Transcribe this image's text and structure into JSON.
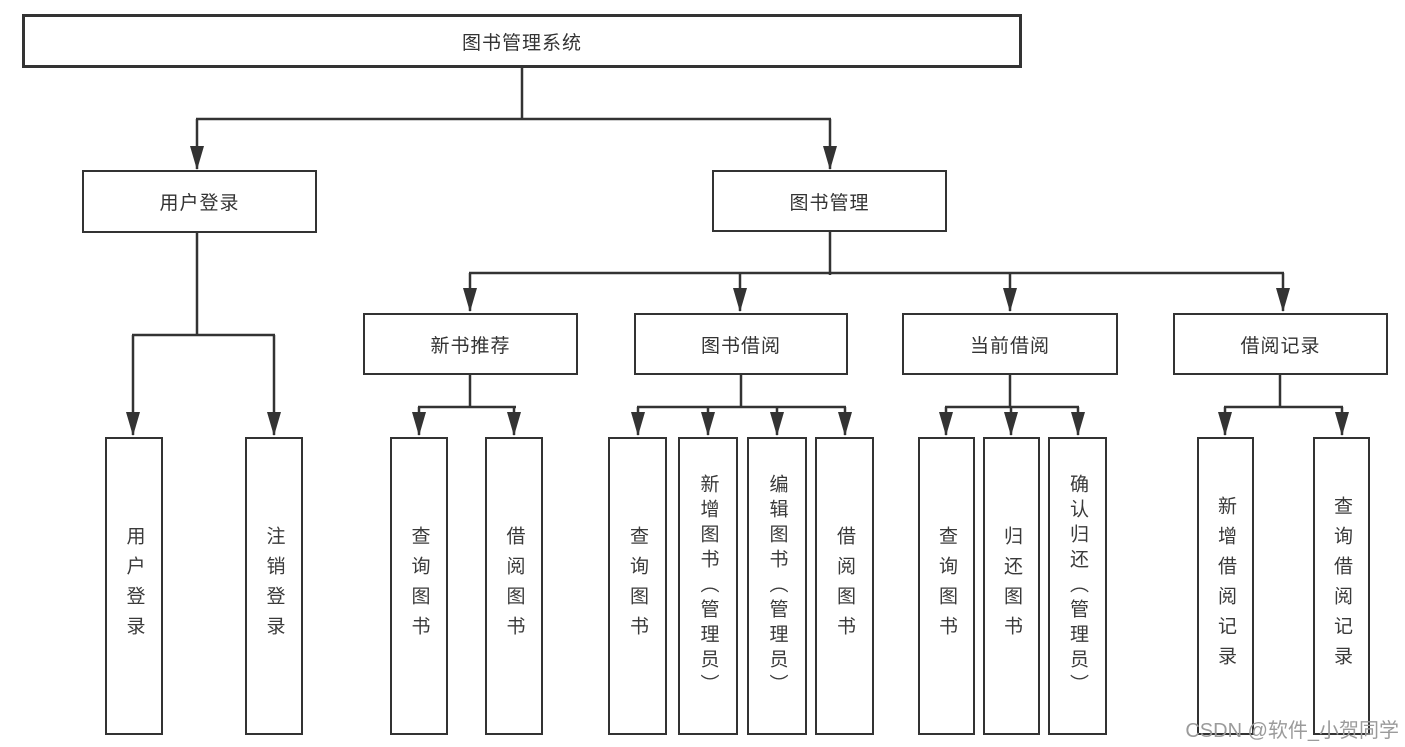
{
  "diagram": {
    "root": "图书管理系统",
    "branches": [
      {
        "label": "用户登录",
        "children": [
          {
            "label": "用户登录"
          },
          {
            "label": "注销登录"
          }
        ]
      },
      {
        "label": "图书管理",
        "children": [
          {
            "label": "新书推荐",
            "children": [
              {
                "label": "查询图书"
              },
              {
                "label": "借阅图书"
              }
            ]
          },
          {
            "label": "图书借阅",
            "children": [
              {
                "label": "查询图书"
              },
              {
                "label": "新增图书（管理员）"
              },
              {
                "label": "编辑图书（管理员）"
              },
              {
                "label": "借阅图书"
              }
            ]
          },
          {
            "label": "当前借阅",
            "children": [
              {
                "label": "查询图书"
              },
              {
                "label": "归还图书"
              },
              {
                "label": "确认归还（管理员）"
              }
            ]
          },
          {
            "label": "借阅记录",
            "children": [
              {
                "label": "新增借阅记录"
              },
              {
                "label": "查询借阅记录"
              }
            ]
          }
        ]
      }
    ]
  },
  "watermark": {
    "text": "CSDN @软件_小贺同学"
  },
  "colors": {
    "line": "#333333",
    "box_border": "#333333",
    "text": "#3a3a3a",
    "watermark": "#9b9b9b",
    "background": "#ffffff"
  }
}
